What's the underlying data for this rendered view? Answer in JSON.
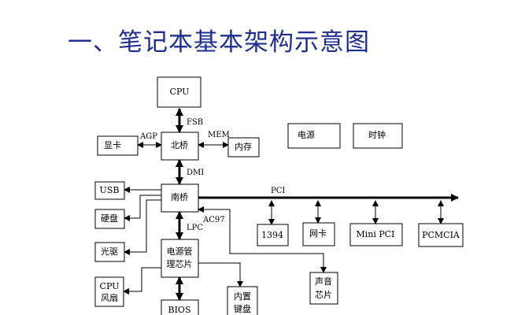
{
  "title": "一、笔记本基本架构示意图",
  "boxes": {
    "cpu": "CPU",
    "northbridge": "北桥",
    "memory": "内存",
    "graphics": "显卡",
    "power": "电源",
    "clock": "时钟",
    "southbridge": "南桥",
    "usb": "USB",
    "harddisk": "硬盘",
    "optical": "光驱",
    "cpufan": [
      "CPU",
      "风扇"
    ],
    "pmchip": [
      "电源管",
      "理芯片"
    ],
    "bios": "BIOS",
    "keyboard": [
      "内置",
      "键盘"
    ],
    "ieee1394": "1394",
    "nic": "网卡",
    "minipci": "Mini   PCI",
    "pcmcia": "PCMCIA",
    "audio": [
      "声音",
      "芯片"
    ]
  },
  "labels": {
    "fsb": "FSB",
    "agp": "AGP",
    "mem": "MEM",
    "dmi": "DMI",
    "pci": "PCI",
    "ac97": "AC97",
    "lpc": "LPC"
  }
}
